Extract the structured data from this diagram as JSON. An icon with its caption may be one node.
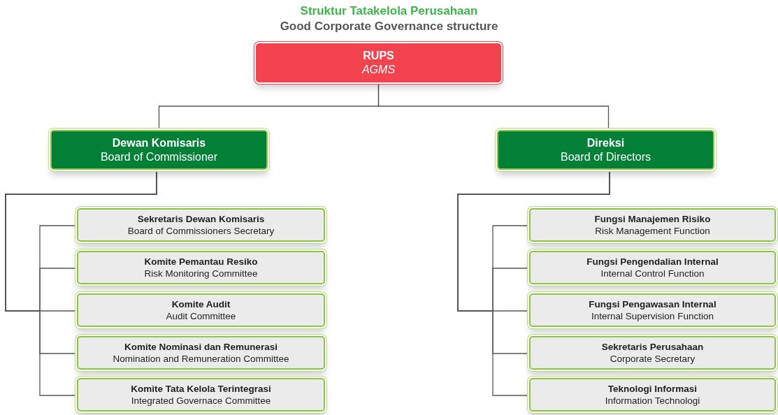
{
  "diagram": {
    "title": "Struktur Tatakelola Perusahaan",
    "caption": "Good Corporate Governance structure",
    "nodes": [
      {
        "text": [
          "RUPS",
          "AGMS"
        ]
      },
      {
        "text": [
          "Dewan Komisaris",
          "Board of Commissioner"
        ]
      },
      {
        "text": [
          "Direksi",
          "Board of Directors"
        ]
      },
      {
        "text": [
          "Sekretaris Dewan Komisaris",
          "Board of Commissioners Secretary"
        ]
      },
      {
        "text": [
          "Komite Pemantau Resiko",
          "Risk Monitoring Committee"
        ]
      },
      {
        "text": [
          "Komite Audit",
          "Audit Committee"
        ]
      },
      {
        "text": [
          "Komite Nominasi dan Remunerasi",
          "Nomination and Remuneration Committee"
        ]
      },
      {
        "text": [
          "Komite Tata Kelola Terintegrasi",
          "Integrated Governace Committee"
        ]
      },
      {
        "text": [
          "Fungsi Manajemen Risiko",
          "Risk Management Function"
        ]
      },
      {
        "text": [
          "Fungsi Pengendalian Internal",
          "Internal Control Function"
        ]
      },
      {
        "text": [
          "Fungsi Pengawasan Internal",
          "Internal Supervision Function"
        ]
      },
      {
        "text": [
          "Sekretaris Perusahaan",
          "Corporate Secretary"
        ]
      },
      {
        "text": [
          "Teknologi Informasi",
          "Information Technologi"
        ]
      }
    ],
    "edges": [
      {
        "from": 0,
        "to": 1,
        "arrow": "none"
      },
      {
        "from": 0,
        "to": 2,
        "arrow": "other"
      },
      {
        "from": 1,
        "to": 3,
        "arrow": "none"
      },
      {
        "from": 1,
        "to": 4,
        "arrow": "none"
      },
      {
        "from": 1,
        "to": 5,
        "arrow": "none"
      },
      {
        "from": 1,
        "to": 6,
        "arrow": "none"
      },
      {
        "from": 1,
        "to": 7,
        "arrow": "none"
      },
      {
        "from": 2,
        "to": 8,
        "arrow": "none"
      },
      {
        "from": 2,
        "to": 9,
        "arrow": "none"
      },
      {
        "from": 2,
        "to": 10,
        "arrow": "none"
      },
      {
        "from": 2,
        "to": 11,
        "arrow": "none"
      },
      {
        "from": 2,
        "to": 12,
        "arrow": "none"
      }
    ]
  }
}
